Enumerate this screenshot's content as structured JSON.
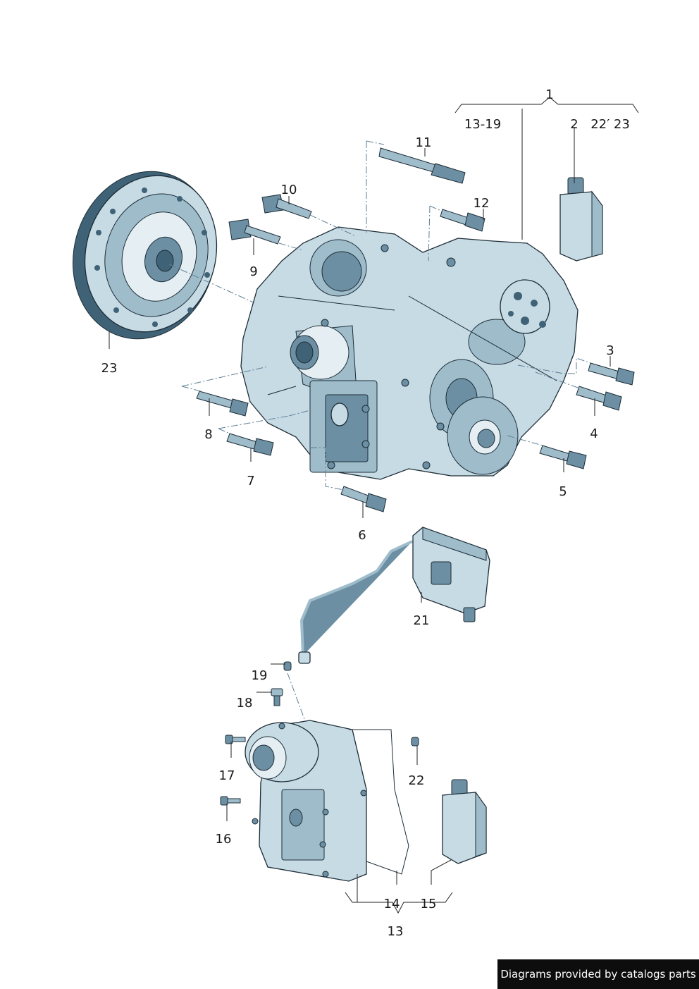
{
  "labels": {
    "l1": "1",
    "l13_19": "13-19",
    "l2": "2",
    "l22_23": "22′ 23",
    "l3": "3",
    "l4": "4",
    "l5": "5",
    "l6": "6",
    "l7": "7",
    "l8": "8",
    "l9": "9",
    "l10": "10",
    "l11": "11",
    "l12": "12",
    "l13": "13",
    "l14": "14",
    "l15": "15",
    "l16": "16",
    "l17": "17",
    "l18": "18",
    "l19": "19",
    "l21": "21",
    "l22": "22",
    "l23": "23"
  },
  "watermark": "Diagrams provided by catalogs parts"
}
